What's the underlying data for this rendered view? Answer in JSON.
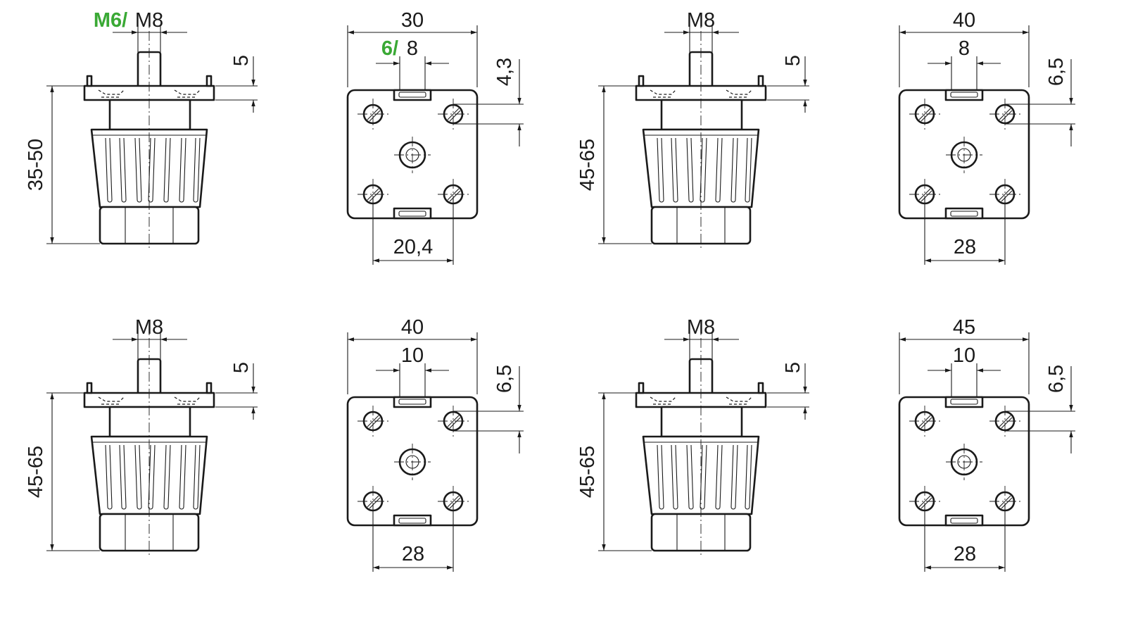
{
  "colors": {
    "line": "#1a1a1a",
    "accent": "#3aa935",
    "background": "#ffffff"
  },
  "rows": [
    {
      "side": {
        "thread_alt": "M6/",
        "thread": "M8",
        "pin": "5",
        "height": "35-50"
      },
      "plate": {
        "width": "30",
        "slot_alt": "6/",
        "slot": "8",
        "offset": "4,3",
        "spacing": "20,4"
      }
    },
    {
      "side": {
        "thread_alt": "",
        "thread": "M8",
        "pin": "5",
        "height": "45-65"
      },
      "plate": {
        "width": "40",
        "slot_alt": "",
        "slot": "8",
        "offset": "6,5",
        "spacing": "28"
      }
    },
    {
      "side": {
        "thread_alt": "",
        "thread": "M8",
        "pin": "5",
        "height": "45-65"
      },
      "plate": {
        "width": "40",
        "slot_alt": "",
        "slot": "10",
        "offset": "6,5",
        "spacing": "28"
      }
    },
    {
      "side": {
        "thread_alt": "",
        "thread": "M8",
        "pin": "5",
        "height": "45-65"
      },
      "plate": {
        "width": "45",
        "slot_alt": "",
        "slot": "10",
        "offset": "6,5",
        "spacing": "28"
      }
    }
  ]
}
